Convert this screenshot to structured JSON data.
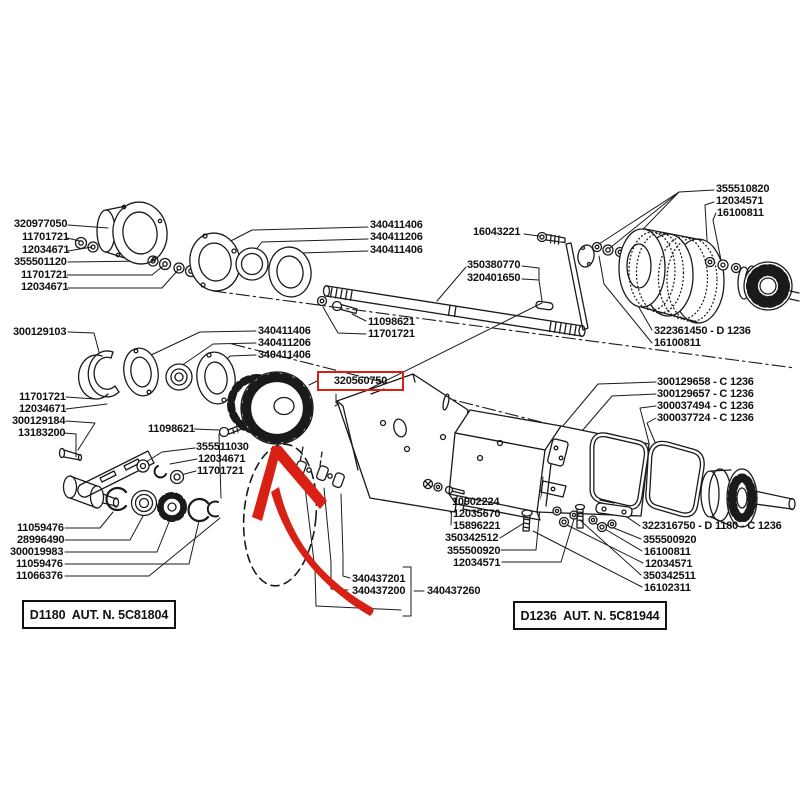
{
  "colors": {
    "red": "#d92015",
    "ink": "#1a1a1a"
  },
  "highlight": {
    "part_number": "320560750"
  },
  "captions": {
    "left": "D1180  AUT. N. 5C81804",
    "right": "D1236  AUT. N. 5C81944"
  },
  "labels": {
    "tl": [
      "320977050",
      "11701721",
      "12034671",
      "355501120",
      "11701721",
      "12034671",
      "300129103"
    ],
    "tm": [
      "340411406",
      "340411206",
      "340411406"
    ],
    "shaft": [
      "16043221",
      "350380770",
      "320401650",
      "11098621",
      "11701721"
    ],
    "tr": [
      "355510820",
      "12034571",
      "16100811",
      "322361450 - D 1236",
      "16100811"
    ],
    "ml": [
      "340411406",
      "340411206",
      "340411406"
    ],
    "mlw": [
      "11701721",
      "12034671",
      "300129184",
      "13183200"
    ],
    "mlb": [
      "11098621",
      "355511030",
      "12034671",
      "11701721"
    ],
    "rc": [
      "300129658 - C 1236",
      "300129657 - C 1236",
      "300037494 - C 1236",
      "300037724 - C 1236"
    ],
    "bl": [
      "11059476",
      "28996490",
      "300019983",
      "11059476",
      "11066376"
    ],
    "bc": [
      "10902224",
      "12035670",
      "15896221",
      "350342512",
      "355500920",
      "12034571"
    ],
    "chain": [
      "340437201",
      "340437200",
      "340437260"
    ],
    "br": [
      "322316750 - D 1180 - C 1236",
      "355500920",
      "16100811",
      "12034571",
      "350342511",
      "16102311"
    ]
  }
}
